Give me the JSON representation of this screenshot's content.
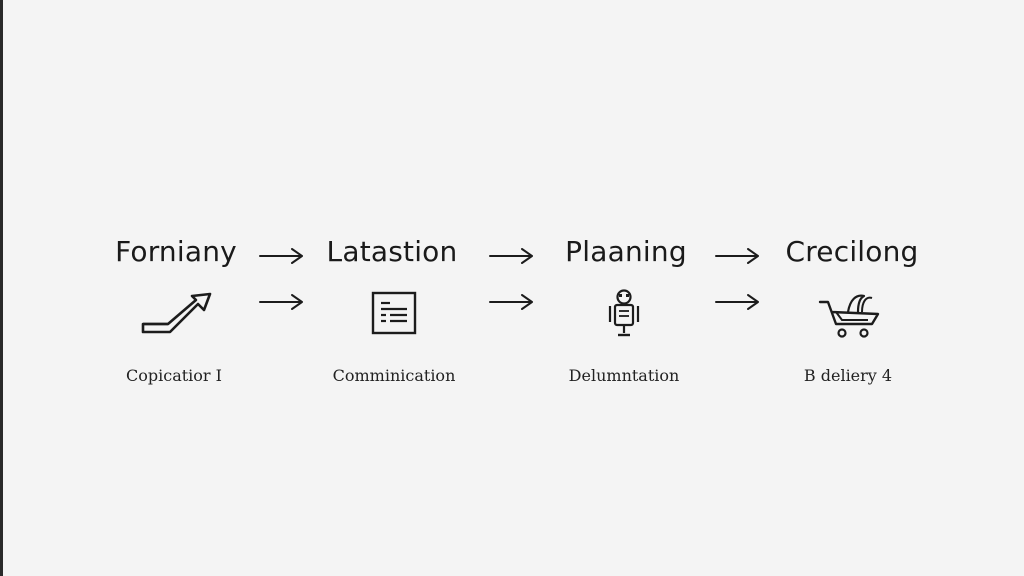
{
  "stages": [
    {
      "title": "Forniany",
      "caption": "Copicatior I",
      "icon": "trend-arrow-icon"
    },
    {
      "title": "Latastion",
      "caption": "Comminication",
      "icon": "document-icon"
    },
    {
      "title": "Plaaning",
      "caption": "Delumntation",
      "icon": "robot-icon"
    },
    {
      "title": "Crecilong",
      "caption": "B deliery 4",
      "icon": "shopping-cart-icon"
    }
  ],
  "colors": {
    "background": "#f4f4f4",
    "ink": "#1c1c1c"
  }
}
